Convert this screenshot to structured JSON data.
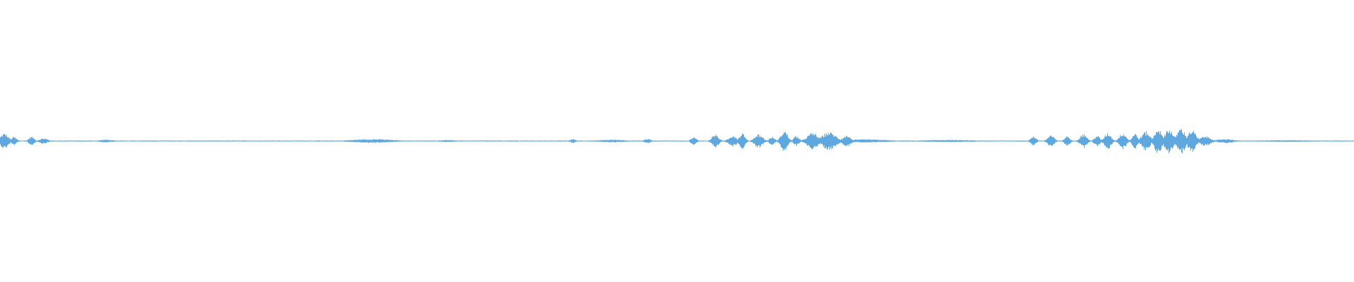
{
  "waveform": {
    "color": "#5ea8df",
    "baseline_amplitude": 0.004,
    "duration_units": 1.0,
    "bursts": [
      {
        "center": 0.003,
        "width": 0.006,
        "amplitude": 0.055
      },
      {
        "center": 0.01,
        "width": 0.004,
        "amplitude": 0.03
      },
      {
        "center": 0.023,
        "width": 0.004,
        "amplitude": 0.032
      },
      {
        "center": 0.032,
        "width": 0.006,
        "amplitude": 0.02
      },
      {
        "center": 0.078,
        "width": 0.01,
        "amplitude": 0.01
      },
      {
        "center": 0.275,
        "width": 0.03,
        "amplitude": 0.014
      },
      {
        "center": 0.33,
        "width": 0.012,
        "amplitude": 0.008
      },
      {
        "center": 0.423,
        "width": 0.004,
        "amplitude": 0.015
      },
      {
        "center": 0.452,
        "width": 0.02,
        "amplitude": 0.01
      },
      {
        "center": 0.478,
        "width": 0.005,
        "amplitude": 0.016
      },
      {
        "center": 0.512,
        "width": 0.004,
        "amplitude": 0.028
      },
      {
        "center": 0.528,
        "width": 0.005,
        "amplitude": 0.048
      },
      {
        "center": 0.541,
        "width": 0.006,
        "amplitude": 0.04
      },
      {
        "center": 0.548,
        "width": 0.004,
        "amplitude": 0.058
      },
      {
        "center": 0.56,
        "width": 0.006,
        "amplitude": 0.05
      },
      {
        "center": 0.57,
        "width": 0.004,
        "amplitude": 0.03
      },
      {
        "center": 0.579,
        "width": 0.005,
        "amplitude": 0.075
      },
      {
        "center": 0.588,
        "width": 0.004,
        "amplitude": 0.038
      },
      {
        "center": 0.6,
        "width": 0.008,
        "amplitude": 0.06
      },
      {
        "center": 0.612,
        "width": 0.01,
        "amplitude": 0.065
      },
      {
        "center": 0.625,
        "width": 0.006,
        "amplitude": 0.04
      },
      {
        "center": 0.64,
        "width": 0.03,
        "amplitude": 0.012
      },
      {
        "center": 0.7,
        "width": 0.04,
        "amplitude": 0.008
      },
      {
        "center": 0.763,
        "width": 0.004,
        "amplitude": 0.035
      },
      {
        "center": 0.776,
        "width": 0.005,
        "amplitude": 0.04
      },
      {
        "center": 0.788,
        "width": 0.004,
        "amplitude": 0.035
      },
      {
        "center": 0.8,
        "width": 0.005,
        "amplitude": 0.05
      },
      {
        "center": 0.81,
        "width": 0.004,
        "amplitude": 0.04
      },
      {
        "center": 0.818,
        "width": 0.005,
        "amplitude": 0.058
      },
      {
        "center": 0.829,
        "width": 0.005,
        "amplitude": 0.06
      },
      {
        "center": 0.838,
        "width": 0.004,
        "amplitude": 0.055
      },
      {
        "center": 0.846,
        "width": 0.006,
        "amplitude": 0.07
      },
      {
        "center": 0.855,
        "width": 0.005,
        "amplitude": 0.095
      },
      {
        "center": 0.863,
        "width": 0.006,
        "amplitude": 0.09
      },
      {
        "center": 0.872,
        "width": 0.006,
        "amplitude": 0.095
      },
      {
        "center": 0.88,
        "width": 0.006,
        "amplitude": 0.08
      },
      {
        "center": 0.89,
        "width": 0.008,
        "amplitude": 0.035
      },
      {
        "center": 0.905,
        "width": 0.012,
        "amplitude": 0.015
      },
      {
        "center": 0.95,
        "width": 0.05,
        "amplitude": 0.006
      }
    ]
  }
}
